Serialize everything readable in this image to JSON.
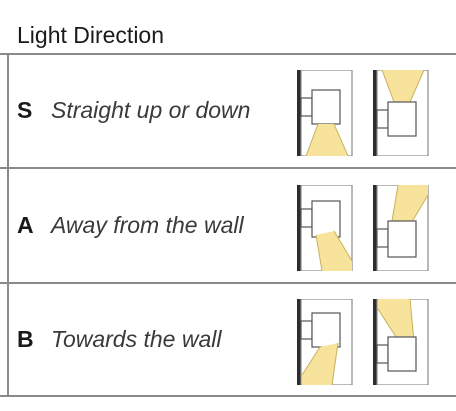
{
  "title": "Light Direction",
  "rows": [
    {
      "letter": "S",
      "text": "Straight up or down",
      "icons": [
        "straight-down-diagram-icon",
        "straight-up-diagram-icon"
      ]
    },
    {
      "letter": "A",
      "text": "Away from the wall",
      "icons": [
        "away-down-diagram-icon",
        "away-up-diagram-icon"
      ]
    },
    {
      "letter": "B",
      "text": "Towards the wall",
      "icons": [
        "towards-down-diagram-icon",
        "towards-up-diagram-icon"
      ]
    }
  ],
  "colors": {
    "beam": "#f7e39c",
    "beam_edge": "#c8b25a",
    "wall": "#2d2d2d",
    "line": "#8a8a8a"
  }
}
